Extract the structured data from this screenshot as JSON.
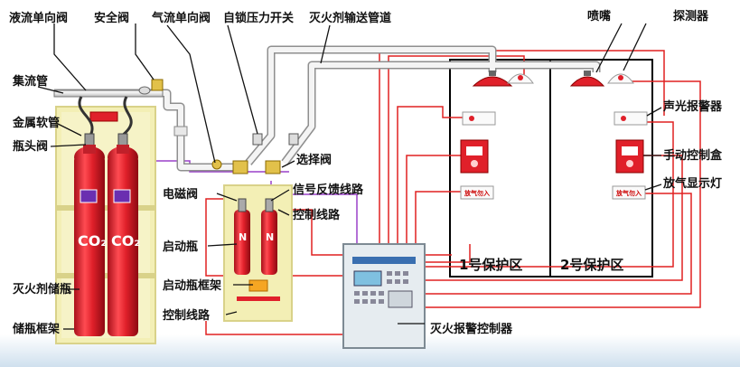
{
  "labels": {
    "liquid_check_valve": "液流单向阀",
    "safety_valve": "安全阀",
    "gas_check_valve": "气流单向阀",
    "self_lock_switch": "自锁压力开关",
    "agent_pipeline": "灭火剂输送管道",
    "nozzle": "喷嘴",
    "detector": "探测器",
    "manifold": "集流管",
    "metal_hose": "金属软管",
    "bottle_valve": "瓶头阀",
    "selector_valve": "选择阀",
    "solenoid_valve": "电磁阀",
    "feedback_line": "信号反馈线路",
    "control_line_top": "控制线路",
    "start_bottle": "启动瓶",
    "start_frame": "启动瓶框架",
    "control_line_bottom": "控制线路",
    "agent_storage_bottle": "灭火剂储瓶",
    "storage_frame": "储瓶框架",
    "alarm_controller": "灭火报警控制器",
    "sound_light_alarm": "声光报警器",
    "manual_control_box": "手动控制盒",
    "discharge_light": "放气显示灯"
  },
  "zones": {
    "zone1": "1号保护区",
    "zone2": "2号保护区"
  },
  "device_text": {
    "co2": "CO₂",
    "n2": "N",
    "discharge_sign_1": "放气勿入",
    "discharge_sign_2": "放气勿入"
  },
  "colors": {
    "cylinder_red": "#e0202a",
    "frame_yellow": "#f3efb5",
    "pipe_white": "#f4f4f4",
    "wire_red": "#e02020",
    "wire_purple": "#9a40c8",
    "zone_border": "#000000"
  }
}
